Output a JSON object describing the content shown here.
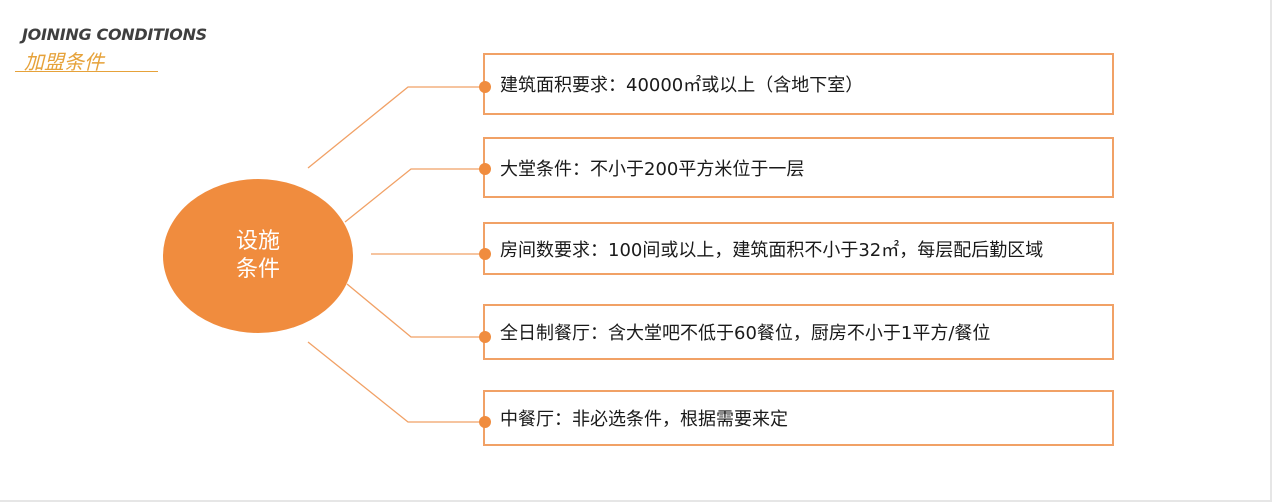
{
  "header": {
    "title_en": "JOINING CONDITIONS",
    "title_cn": "加盟条件"
  },
  "hub": {
    "label": "设施条件"
  },
  "conditions": [
    {
      "text": "建筑面积要求：40000㎡或以上（含地下室）"
    },
    {
      "text": "大堂条件：不小于200平方米位于一层"
    },
    {
      "text": "房间数要求：100间或以上，建筑面积不小于32㎡，每层配后勤区域"
    },
    {
      "text": "全日制餐厅：含大堂吧不低于60餐位，厨房不小于1平方/餐位"
    },
    {
      "text": "中餐厅：非必选条件，根据需要来定"
    }
  ],
  "colors": {
    "accent": "#f08c3e",
    "border": "#f1a166",
    "title_cn": "#e6a23a",
    "title_en": "#3f3f3f"
  }
}
